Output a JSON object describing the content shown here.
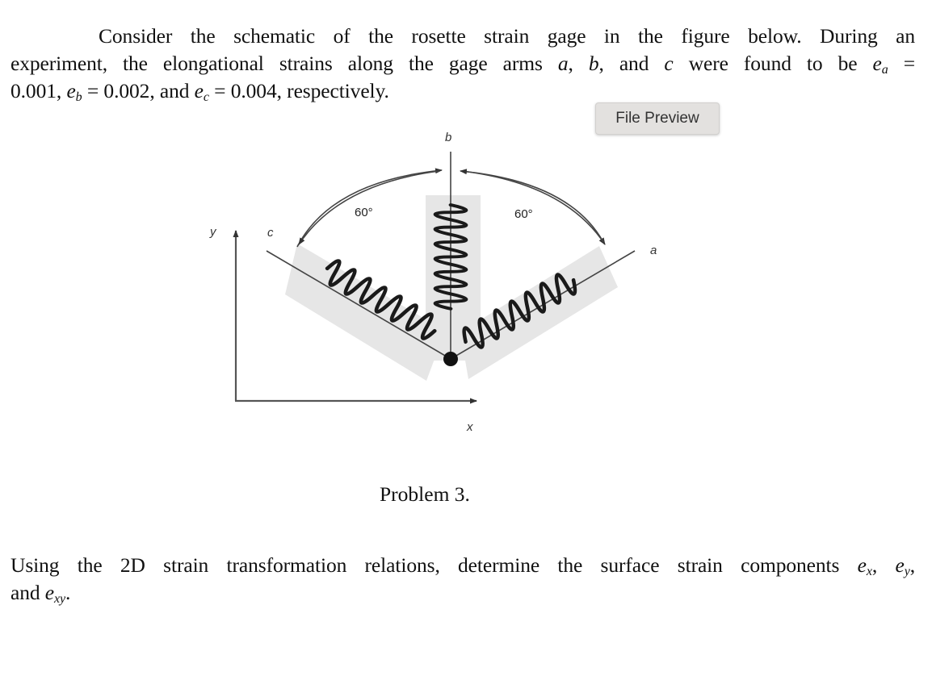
{
  "problem": {
    "intro": {
      "line1": "Consider the schematic of the rosette strain gage in the figure below. During an",
      "line2_pre": "experiment, the elongational strains along the gage arms ",
      "arm_a": "a",
      "comma1": ", ",
      "arm_b": "b",
      "and1": ", and ",
      "arm_c": "c",
      "line2_post": " were found to be ",
      "ea_symbol": "e",
      "ea_sub": "a",
      "eq1": " =",
      "ea_value": "0.001",
      "sep1": ", ",
      "eb_symbol": "e",
      "eb_sub": "b",
      "eq2": " = ",
      "eb_value": "0.002",
      "and2": ", and ",
      "ec_symbol": "e",
      "ec_sub": "c",
      "eq3": " = ",
      "ec_value": "0.004",
      "tail": ", respectively."
    },
    "question": {
      "pre": "Using the 2D strain transformation relations, determine the surface strain components ",
      "ex_symbol": "e",
      "ex_sub": "x",
      "sep1": ", ",
      "ey_symbol": "e",
      "ey_sub": "y",
      "sep2": ",",
      "and": "and ",
      "exy_symbol": "e",
      "exy_sub": "xy",
      "end": "."
    },
    "caption": "Problem 3."
  },
  "strains": {
    "e_a": 0.001,
    "e_b": 0.002,
    "e_c": 0.004
  },
  "figure": {
    "labels": {
      "a": "a",
      "b": "b",
      "c": "c",
      "x_axis": "x",
      "y_axis": "y"
    },
    "angles": {
      "left": "60°",
      "right": "60°"
    }
  },
  "overlay": {
    "file_preview_label": "File Preview"
  }
}
